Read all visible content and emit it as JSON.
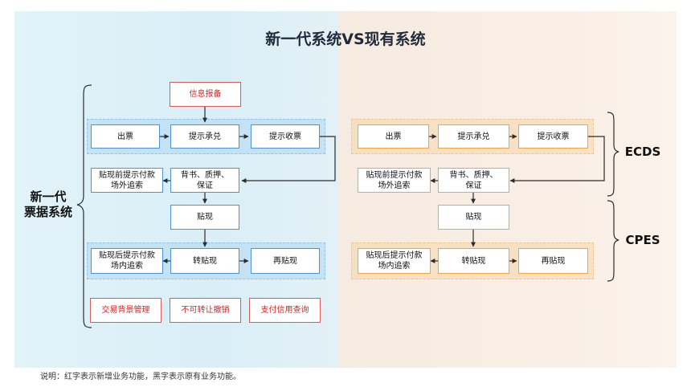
{
  "title": "新一代系统VS现有系统",
  "left_label": [
    "新一代",
    "票据系统"
  ],
  "left_nodes": {
    "info_report": "信息报备",
    "issue": "出票",
    "prompt_accept": "提示承兑",
    "prompt_receive": "提示收票",
    "pre_discount_line1": "贴现前提示付款",
    "pre_discount_line2": "场外追索",
    "endorse_line1": "背书、质押、",
    "endorse_line2": "保证",
    "discount": "贴现",
    "post_discount_line1": "贴现后提示付款",
    "post_discount_line2": "场内追索",
    "rediscount": "转贴现",
    "re_discount": "再贴现",
    "trade_bg": "交易背景管理",
    "non_transfer": "不可转让撤销",
    "credit_query": "支付信用查询"
  },
  "right_nodes": {
    "issue": "出票",
    "prompt_accept": "提示承兑",
    "prompt_receive": "提示收票",
    "pre_discount_line1": "贴现前提示付款",
    "pre_discount_line2": "场外追索",
    "endorse_line1": "背书、质押、",
    "endorse_line2": "保证",
    "discount": "贴现",
    "post_discount_line1": "贴现后提示付款",
    "post_discount_line2": "场内追索",
    "rediscount": "转贴现",
    "re_discount": "再贴现"
  },
  "right_labels": {
    "ecds": "ECDS",
    "cpes": "CPES"
  },
  "note": "说明：红字表示新增业务功能，黑字表示原有业务功能。",
  "colors": {
    "new_border": "#d75b58",
    "new_text": "#d42626",
    "left_border": "#4f93d4",
    "right_border": "#f0a640",
    "arrow": "#2b2b2b"
  }
}
